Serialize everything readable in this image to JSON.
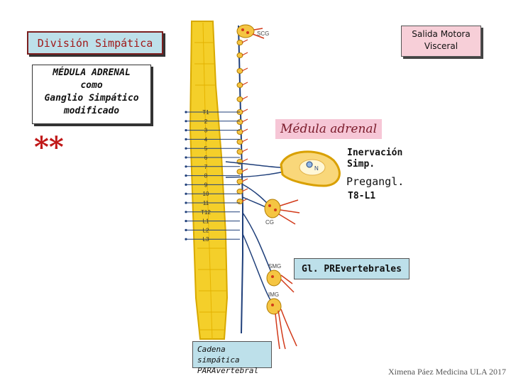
{
  "title": "División Simpática",
  "salida": [
    "Salida Motora",
    "Visceral"
  ],
  "medulla_note": [
    "MÉDULA ADRENAL",
    "como",
    "Ganglio Simpático",
    "modificado"
  ],
  "stars": "**",
  "adrenal_label": "Médula adrenal",
  "inervacion": [
    "Inervación",
    "Simp."
  ],
  "pregangl": "Pregangl.",
  "segments_range": "T8-L1",
  "prevertebral": "Gl. PREvertebrales",
  "paravertebral": [
    "Cadena simpática",
    "PARAvertebral"
  ],
  "credit": "Ximena Páez Medicina ULA 2017",
  "diagram_labels": {
    "scg": "SCG",
    "cg": "CG",
    "smg": "SMG",
    "img": "IMG",
    "nucleus": "N"
  },
  "segments": [
    "T1",
    "2",
    "3",
    "4",
    "5",
    "6",
    "7",
    "8",
    "9",
    "10",
    "11",
    "T12",
    "L1",
    "L2",
    "L3"
  ],
  "colors": {
    "cord": "#f4cf2a",
    "cord_edge": "#d8a900",
    "nerve": "#1f3f7a",
    "ganglion": "#f5c542",
    "fiber_red": "#d23a1a",
    "title_bg": "#bde0ea",
    "adrenal_bg": "#f6c6d6"
  }
}
